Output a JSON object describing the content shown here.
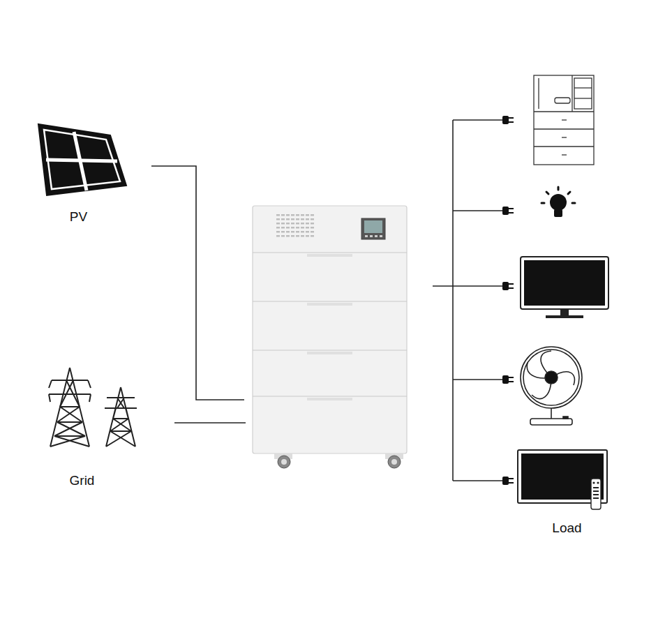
{
  "diagram": {
    "nodes": [
      {
        "text": [
          "PV"
        ]
      },
      {
        "text": [
          "Grid"
        ]
      },
      {
        "text": [
          "Load"
        ]
      }
    ]
  }
}
